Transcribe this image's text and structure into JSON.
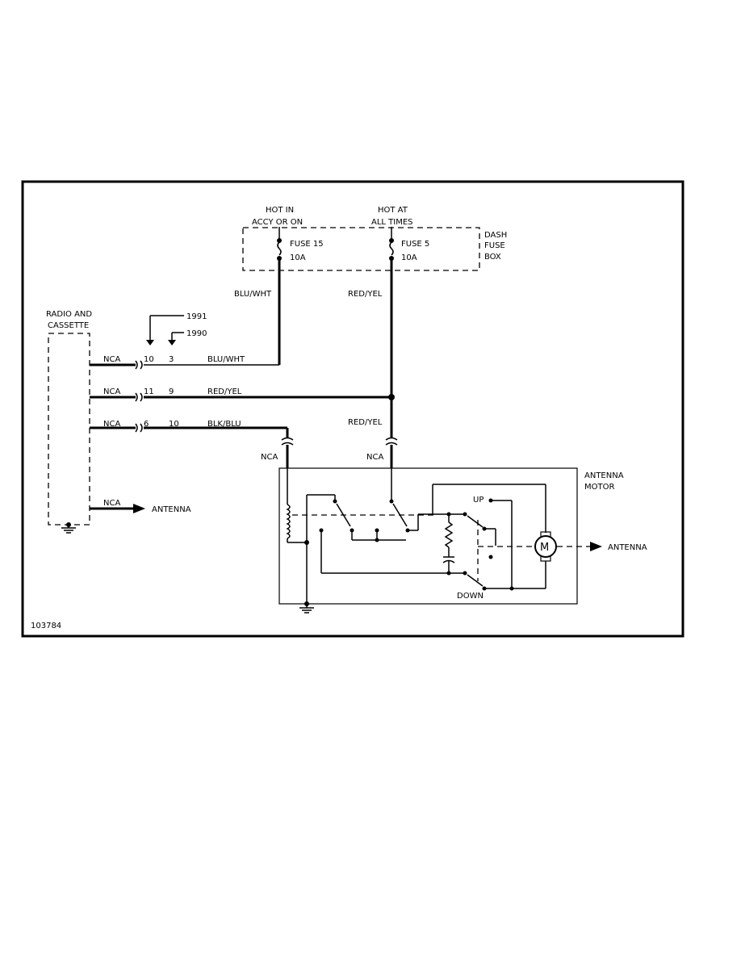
{
  "figure_id": "103784",
  "fuse_box": {
    "label_lines": [
      "DASH",
      "FUSE",
      "BOX"
    ],
    "fuse15": {
      "header_lines": [
        "HOT IN",
        "ACCY OR ON"
      ],
      "name": "FUSE 15",
      "rating": "10A",
      "wire": "BLU/WHT"
    },
    "fuse5": {
      "header_lines": [
        "HOT AT",
        "ALL TIMES"
      ],
      "name": "FUSE 5",
      "rating": "10A",
      "wire": "RED/YEL"
    }
  },
  "radio": {
    "label_lines": [
      "RADIO AND",
      "CASSETTE"
    ]
  },
  "year_pointers": {
    "a": "1991",
    "b": "1990"
  },
  "circuits": [
    {
      "nca": "NCA",
      "pin_a": "10",
      "pin_b": "3",
      "wire": "BLU/WHT"
    },
    {
      "nca": "NCA",
      "pin_a": "11",
      "pin_b": "9",
      "wire": "RED/YEL"
    },
    {
      "nca": "NCA",
      "pin_a": "6",
      "pin_b": "10",
      "wire": "BLK/BLU"
    }
  ],
  "radio_antenna": {
    "nca": "NCA",
    "label": "ANTENNA"
  },
  "motor_feed": {
    "left_nca": "NCA",
    "right_nca": "NCA",
    "right_wire": "RED/YEL"
  },
  "antenna_motor": {
    "label_lines": [
      "ANTENNA",
      "MOTOR"
    ],
    "up_label": "UP",
    "down_label": "DOWN",
    "motor_symbol": "M",
    "output_label": "ANTENNA"
  }
}
